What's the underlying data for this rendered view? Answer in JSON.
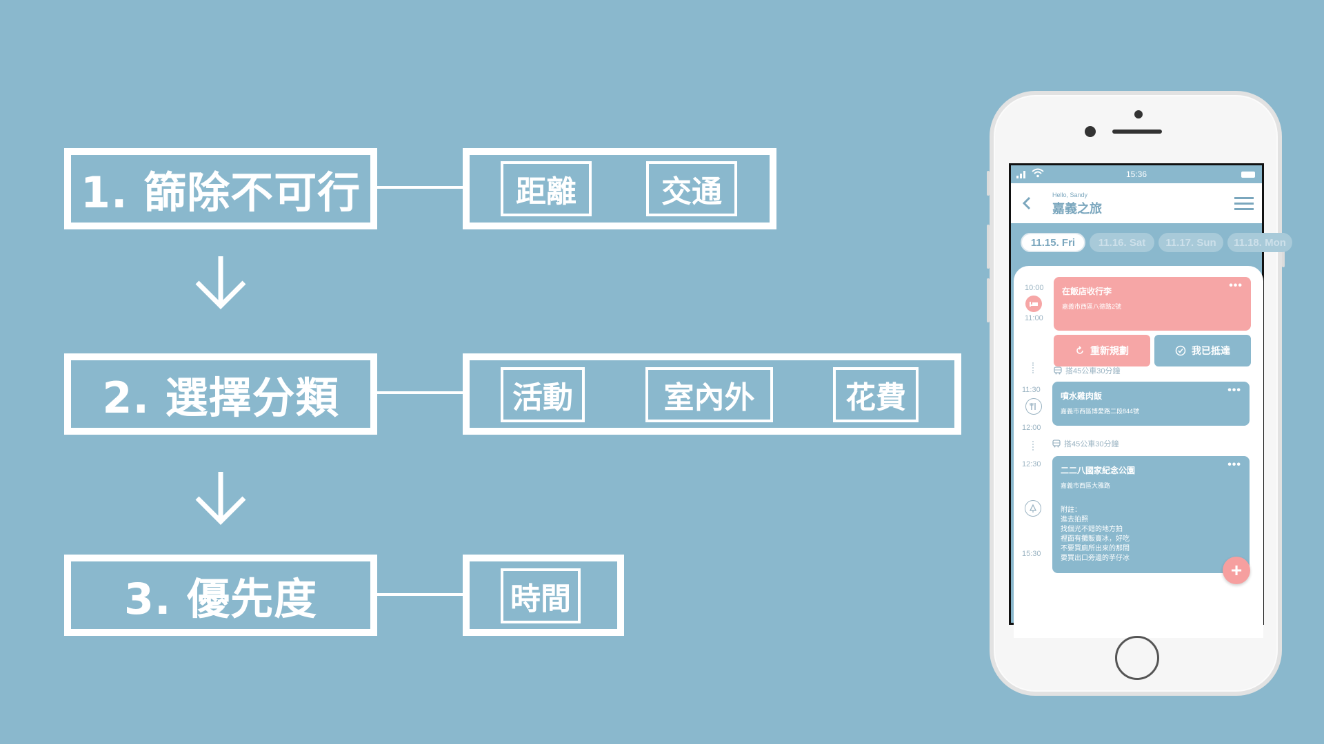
{
  "flow": {
    "steps": [
      {
        "label": "1. 篩除不可行",
        "tags": [
          "距離",
          "交通"
        ]
      },
      {
        "label": "2. 選擇分類",
        "tags": [
          "活動",
          "室內外",
          "花費"
        ]
      },
      {
        "label": "3. 優先度",
        "tags": [
          "時間"
        ]
      }
    ]
  },
  "phone": {
    "status": {
      "time": "15:36"
    },
    "header": {
      "greeting": "Hello, Sandy",
      "title": "嘉義之旅",
      "back_icon": "chevron-left-icon",
      "menu_icon": "hamburger-menu-icon"
    },
    "dates": [
      "11.15. Fri",
      "11.16. Sat",
      "11.17. Sun",
      "11.18. Mon"
    ],
    "timeline": {
      "times": [
        "10:00",
        "11:00",
        "11:30",
        "12:00",
        "12:30",
        "15:30"
      ],
      "items": [
        {
          "title": "在飯店收行李",
          "address": "嘉義市西區八德路2號",
          "more": "•••"
        },
        {
          "title": "噴水雞肉飯",
          "address": "嘉義市西區博愛路二段844號",
          "more": "•••"
        },
        {
          "title": "二二八國家紀念公園",
          "address": "嘉義市西區大雅路",
          "more": "•••",
          "note": [
            "附註：",
            "進去拍照",
            "找個光不錯的地方拍",
            "裡面有攤販賣冰，好吃",
            "不要買廁所出來的那間",
            "要買出口旁邊的芋仔冰"
          ]
        }
      ],
      "transport": [
        "搭45公車30分鐘",
        "搭45公車30分鐘"
      ],
      "actions": {
        "replan": "重新規劃",
        "arrived": "我已抵達"
      },
      "fab": "+"
    },
    "colors": {
      "accent_pink": "#f6a6a6",
      "accent_blue": "#8ab8cd",
      "background": "#8ab8cd"
    }
  }
}
